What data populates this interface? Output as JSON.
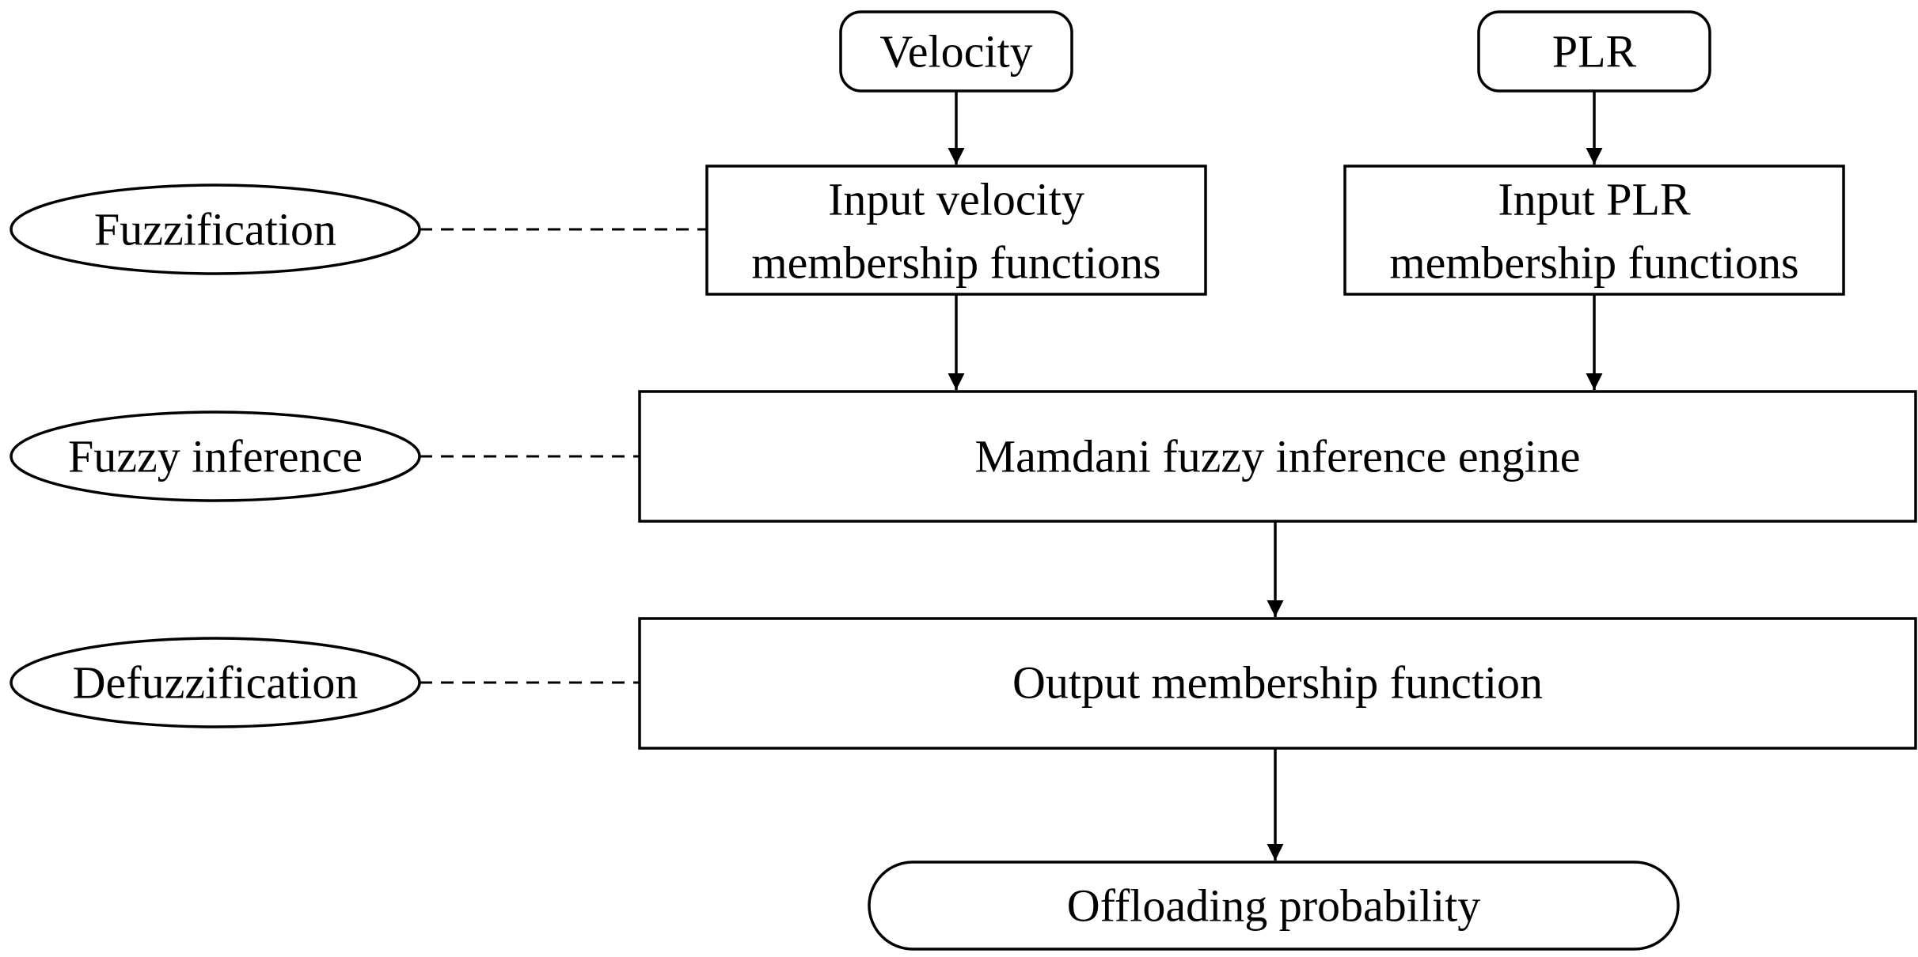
{
  "diagram": {
    "inputs": {
      "velocity": "Velocity",
      "plr": "PLR"
    },
    "boxes": {
      "velocity_mf": {
        "line1": "Input velocity",
        "line2": "membership functions"
      },
      "plr_mf": {
        "line1": "Input PLR",
        "line2": "membership functions"
      },
      "inference_engine": "Mamdani fuzzy inference engine",
      "output_mf": "Output membership function"
    },
    "output": "Offloading probability",
    "stages": {
      "fuzzification": "Fuzzification",
      "fuzzy_inference": "Fuzzy inference",
      "defuzzification": "Defuzzification"
    }
  }
}
